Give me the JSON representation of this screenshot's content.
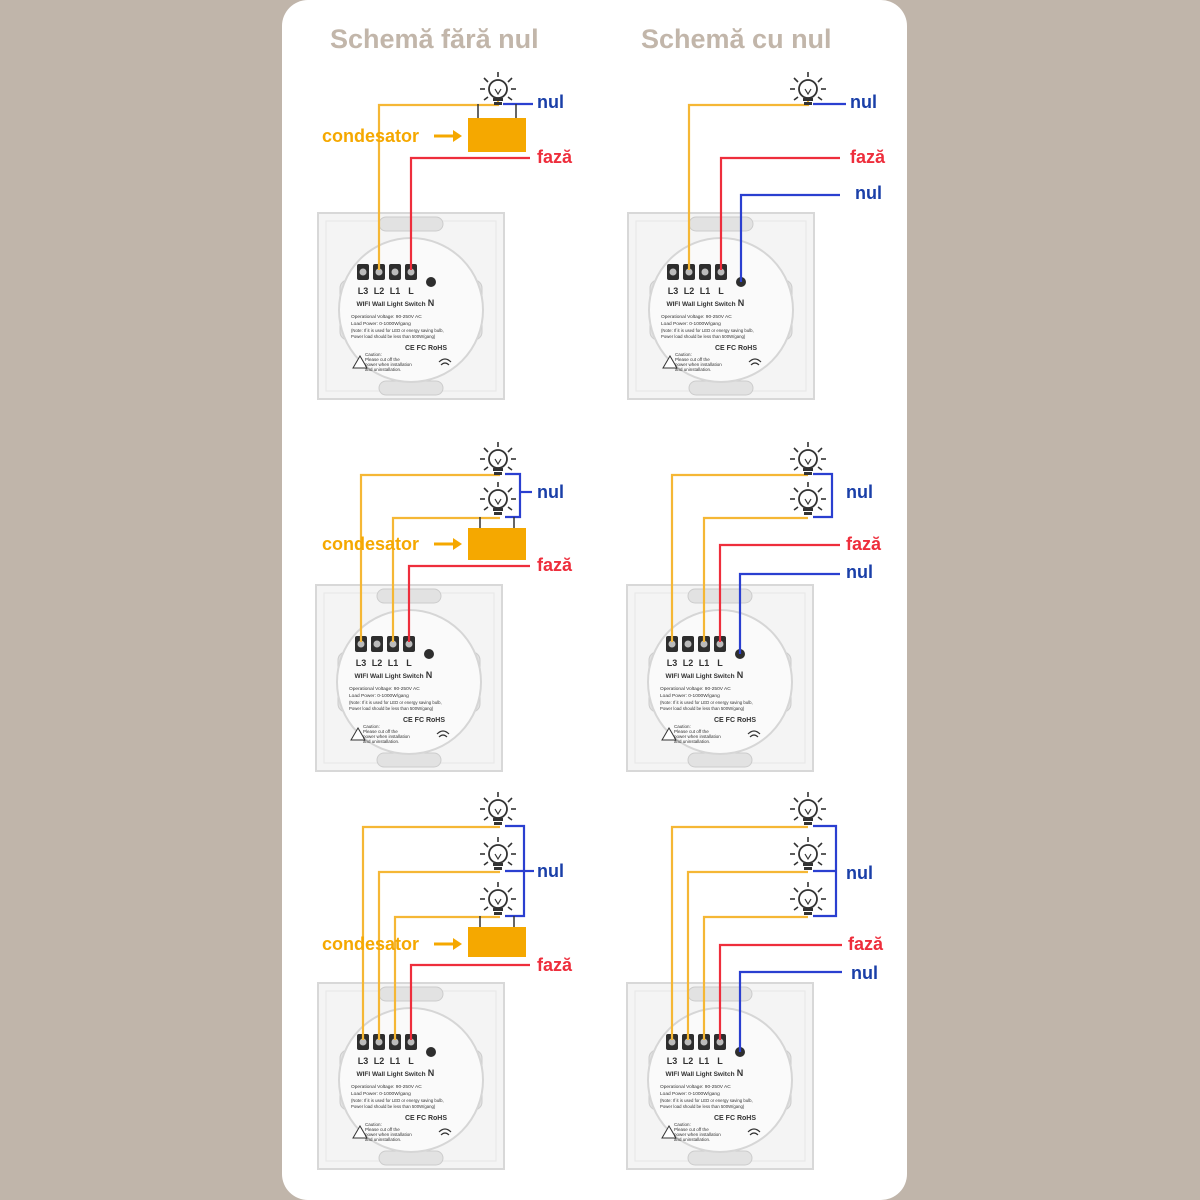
{
  "titles": {
    "left": "Schemă fără nul",
    "right": "Schemă cu nul"
  },
  "labels": {
    "nul": "nul",
    "faza": "fază",
    "condensator": "condesator"
  },
  "switch_text": {
    "terminals": [
      "L3",
      "L2",
      "L1",
      "L"
    ],
    "neutral": "N",
    "title": "WIFI Wall Light Switch",
    "voltage": "Operational Voltage: 90-250V AC",
    "load": "Load Power: 0-1000W/gang",
    "note": "(Note: If it is used for LED or energy saving bulb,",
    "note2": "Power load should be less than 500W/gang)",
    "caution": "Caution:",
    "caution2": "Please cut off the",
    "caution3": "power when installation",
    "caution4": "and uninstallation.",
    "cert": "CE FC RoHS"
  },
  "colors": {
    "background": "#c0b5aa",
    "card": "#ffffff",
    "title": "#c2b6aa",
    "load_wire": "#f5b735",
    "phase_wire": "#ee2e3c",
    "neutral_wire": "#2a3fd0",
    "capacitor": "#f5a800"
  },
  "diagrams": [
    {
      "id": "1-gang-no-neutral",
      "gangs": 1,
      "neutral": false
    },
    {
      "id": "1-gang-with-neutral",
      "gangs": 1,
      "neutral": true
    },
    {
      "id": "2-gang-no-neutral",
      "gangs": 2,
      "neutral": false
    },
    {
      "id": "2-gang-with-neutral",
      "gangs": 2,
      "neutral": true
    },
    {
      "id": "3-gang-no-neutral",
      "gangs": 3,
      "neutral": false
    },
    {
      "id": "3-gang-with-neutral",
      "gangs": 3,
      "neutral": true
    }
  ]
}
